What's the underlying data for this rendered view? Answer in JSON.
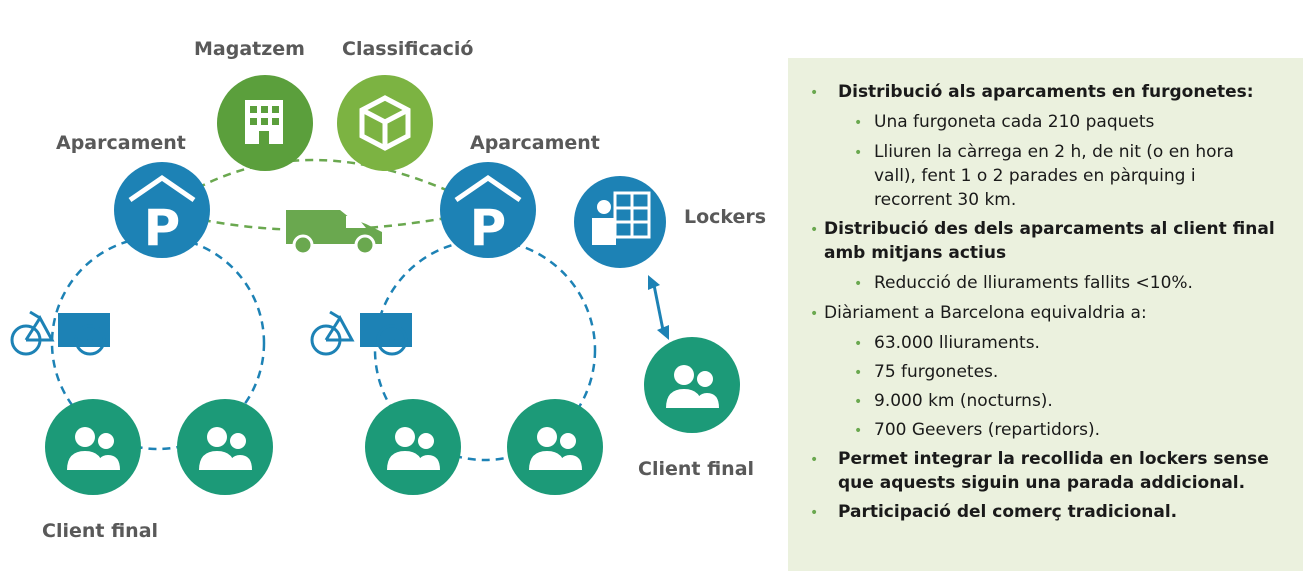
{
  "colors": {
    "green_dark": "#1c9a78",
    "green_warehouse": "#5b9f3c",
    "green_sort": "#7cb342",
    "blue": "#1d82b5",
    "panel_bg": "#ebf1de",
    "label_gray": "#595959"
  },
  "labels": {
    "warehouse": "Magatzem",
    "sorting": "Classificació",
    "parking_left": "Aparcament",
    "parking_right": "Aparcament",
    "lockers": "Lockers",
    "client_left": "Client final",
    "client_right": "Client final"
  },
  "icons": {
    "warehouse": "building-icon",
    "sorting": "package-icon",
    "parking": "parking-icon",
    "van": "van-icon",
    "cargo_bike": "cargo-bike-icon",
    "lockers": "lockers-icon",
    "users": "users-icon",
    "arrow": "double-arrow-icon"
  },
  "panel": {
    "items": [
      "Distribució als aparcaments en furgonetes:",
      "Una furgoneta cada 210 paquets",
      "Lliuren la càrrega en 2 h, de nit (o en hora",
      "vall), fent 1 o 2 parades en pàrquing i",
      "recorrent 30 km.",
      "Distribució des dels aparcaments al client final",
      "amb mitjans actius",
      "Reducció de lliuraments fallits <10%.",
      "Diàriament a Barcelona equivaldria a:",
      "63.000 lliuraments.",
      "75 furgonetes.",
      "9.000 km (nocturns).",
      "700 Geevers (repartidors).",
      "Permet integrar la recollida en lockers sense",
      "que aquests siguin una parada addicional.",
      "Participació del comerç tradicional."
    ]
  }
}
